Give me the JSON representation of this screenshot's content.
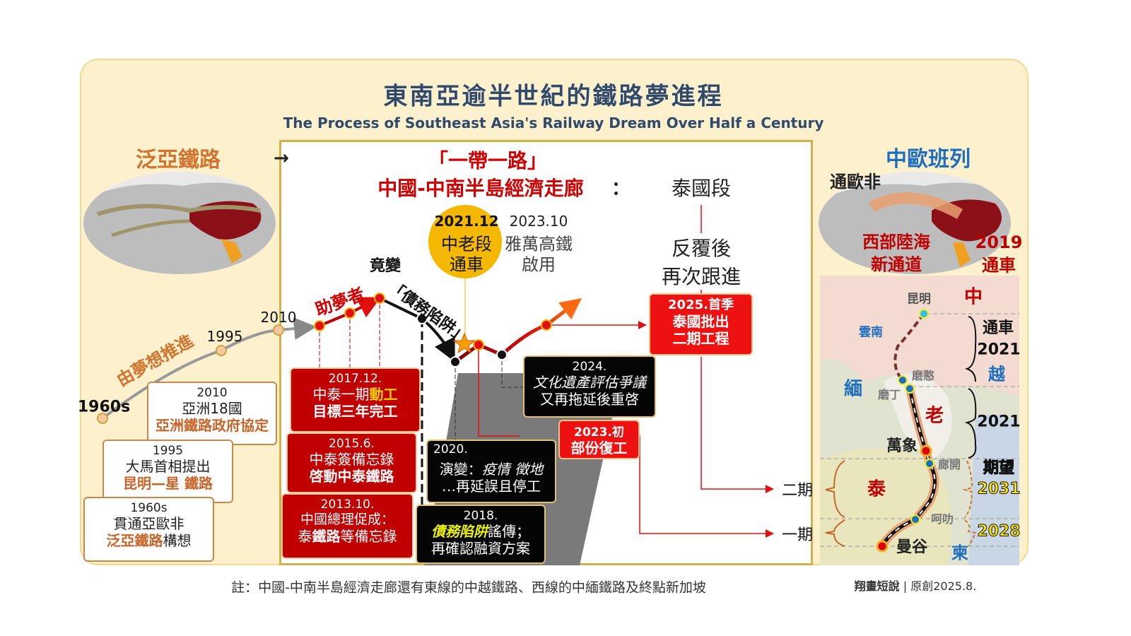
{
  "title": "東南亞逾半世紀的鐵路夢進程",
  "subtitle": "The Process of Southeast Asia's Railway Dream Over Half a Century",
  "left": {
    "heading": "泛亞鐵路",
    "dream_label": "由夢想推進",
    "years": [
      "1960s",
      "1995",
      "2010"
    ],
    "boxes": [
      {
        "year": "2010",
        "line1": "亞洲18國",
        "line2": "亞洲鐵路政府協定"
      },
      {
        "year": "1995",
        "line1": "大馬首相提出",
        "line2": "昆明—星 鐵路"
      },
      {
        "year": "1960s",
        "line1": "貫通亞歐非",
        "line2a": "泛亞鐵路",
        "line2b": "構想"
      }
    ]
  },
  "center": {
    "belt": "「一帶一路」",
    "corridor": "中國-中南半島經濟走廊",
    "colon": "：",
    "section": "泰國段",
    "helper": "助夢者",
    "turn": "竟變",
    "debt_trap": "「債務陷阱」",
    "laos": {
      "date": "2021.12",
      "line1": "中老段",
      "line2": "通車"
    },
    "jakarta": {
      "date": "2023.10",
      "line1": "雅萬高鐵",
      "line2": "啟用"
    },
    "followup": [
      "反覆後",
      "再次跟進"
    ],
    "red_boxes": [
      {
        "date": "2017.12.",
        "l1a": "中泰一期",
        "l1b": "動工",
        "l2": "目標三年完工"
      },
      {
        "date": "2015.6.",
        "l1": "中泰簽備忘錄",
        "l2": "啓動中泰鐵路"
      },
      {
        "date": "2013.10.",
        "l1": "中國總理促成：",
        "l2a": "泰",
        "l2b": "鐵路",
        "l2c": "等備忘錄"
      }
    ],
    "box_2018": {
      "date": "2018.",
      "l1a": "債務陷阱",
      "l1b": "謠傳；",
      "l2": "再確認融資方案"
    },
    "box_2020": {
      "date": "2020.",
      "l1a": "演變：",
      "l1b": "疫情 徵地",
      "l2": "…再延誤且停工"
    },
    "box_2023": {
      "date": "2023.初",
      "l1": "部份復工"
    },
    "box_2024": {
      "date": "2024.",
      "l1": "文化遺產評估爭議",
      "l2": "又再拖延後重啓"
    },
    "box_2025": {
      "date": "2025.首季",
      "l1": "泰國批出",
      "l2": "二期工程"
    },
    "phase2": "二期",
    "phase1": "一期"
  },
  "right": {
    "heading": "中歐班列",
    "to_eu": "通歐非",
    "western": [
      "西部陸海",
      "新通道"
    ],
    "opened": [
      "2019",
      "通車"
    ],
    "map_labels": {
      "kunming": "昆明",
      "china": "中",
      "yunnan": "雲南",
      "myanmar": "緬",
      "boten": "磨憨",
      "mohan": "磨丁",
      "laos": "老",
      "vientiane": "萬象",
      "nongkhai": "廊開",
      "thailand": "泰",
      "korat": "呵叻",
      "bangkok": "曼谷",
      "cambodia": "柬",
      "vietnam": "越"
    },
    "brackets": {
      "open": "通車",
      "y2021a": "2021",
      "y2021b": "2021",
      "expect": "期望",
      "y2031": "2031",
      "y2028": "2028"
    }
  },
  "footer": {
    "note": "註：中國-中南半島經濟走廊還有東線的中越鐵路、西線的中緬鐵路及終點新加坡",
    "credit": "翔畫短說",
    "credit2": "原創2025.8."
  },
  "colors": {
    "panel": "#fdf0cc",
    "navy": "#2f4a6d",
    "red": "#c00000",
    "bright_red": "#ee1111",
    "orange": "#c8652a",
    "gold": "#f5b800",
    "blue": "#1f6fc0"
  }
}
